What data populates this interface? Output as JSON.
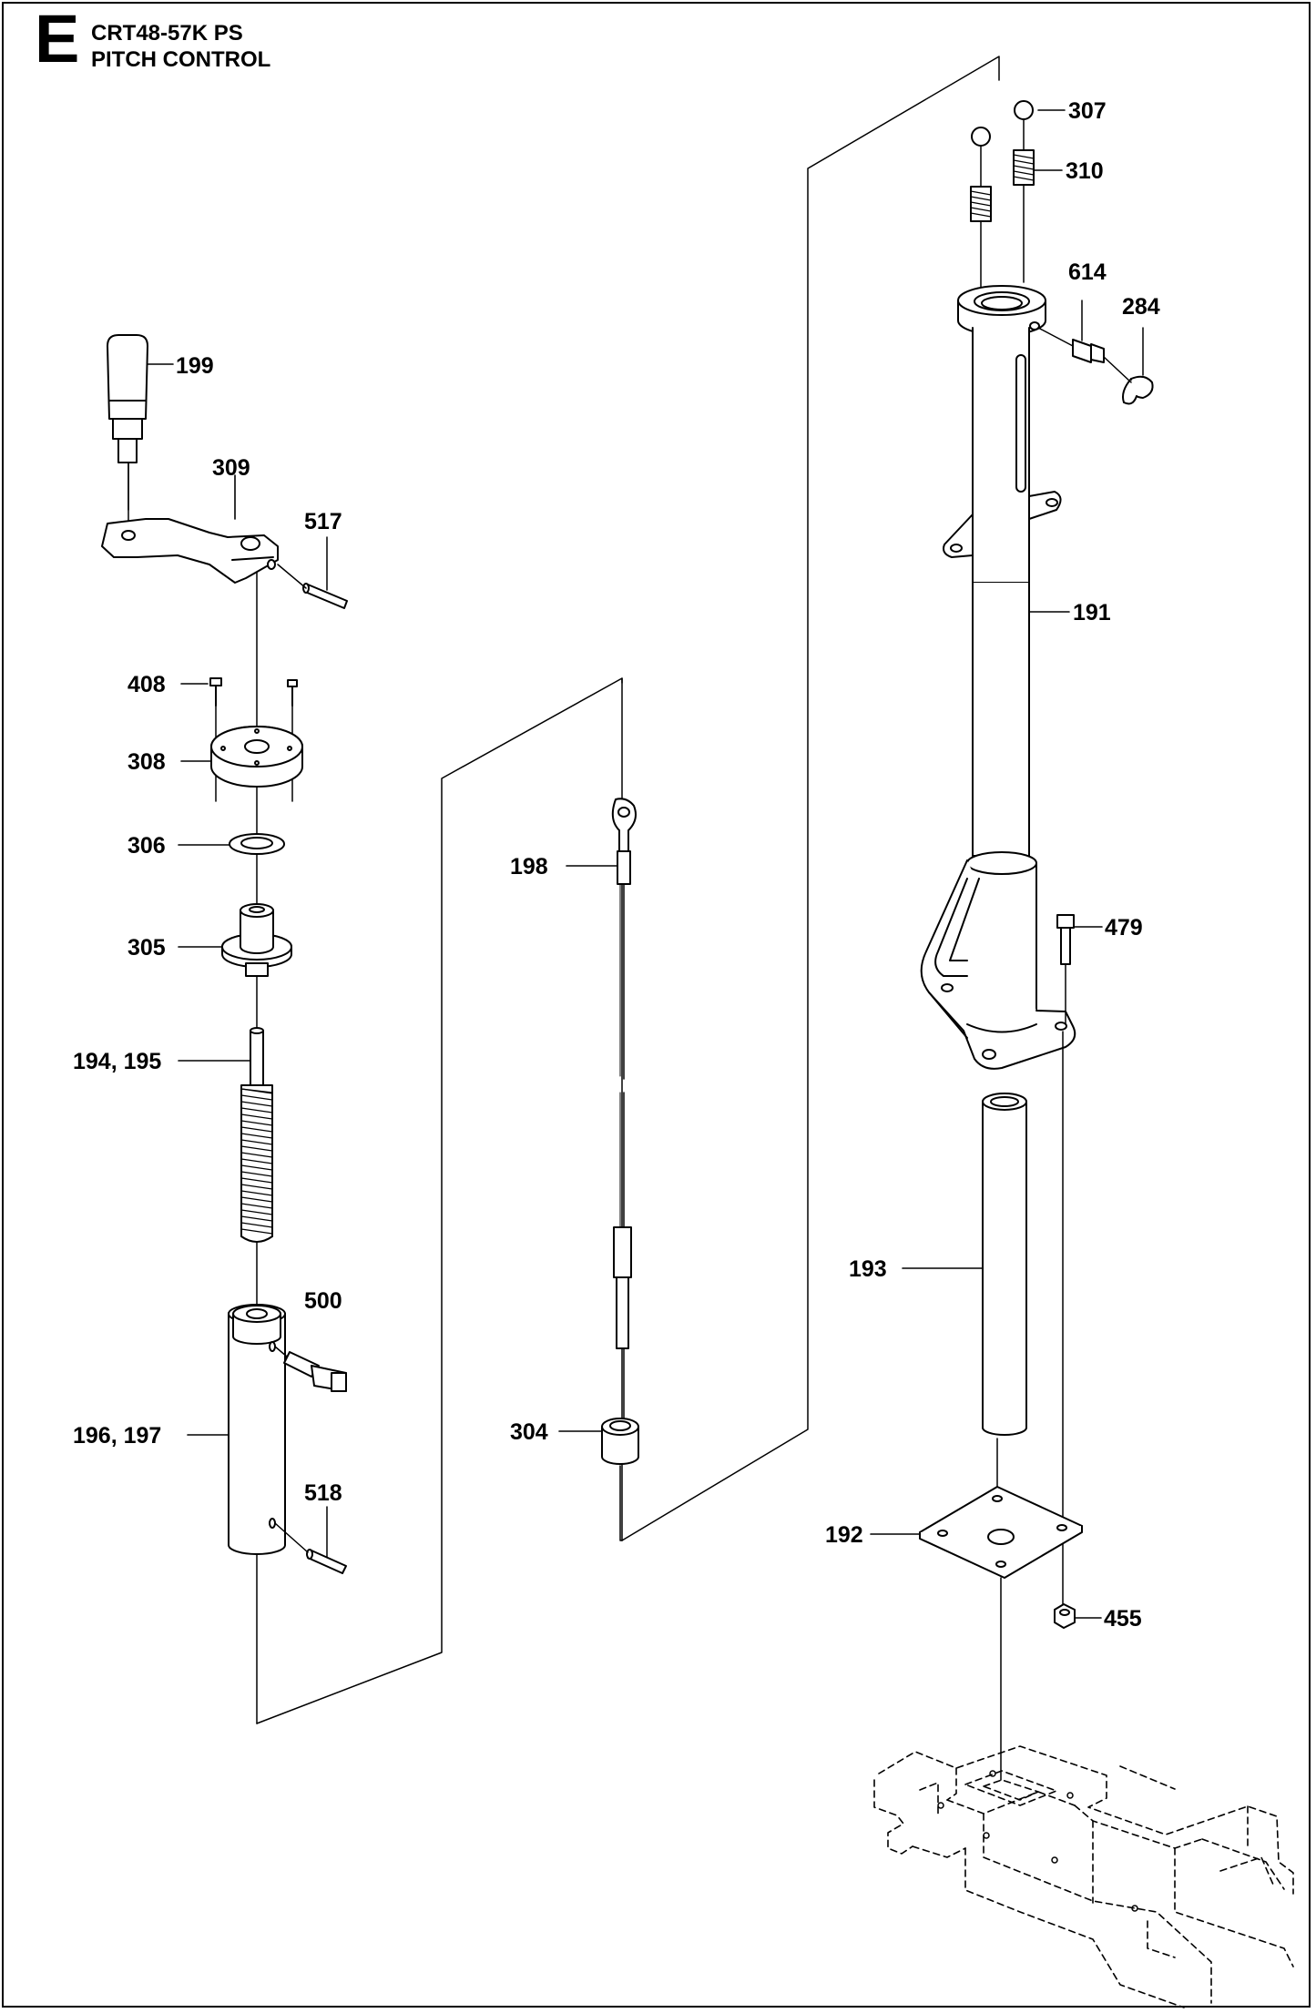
{
  "header": {
    "section": "E",
    "model": "CRT48-57K PS",
    "title": "PITCH CONTROL"
  },
  "parts": [
    {
      "id": "p199",
      "label": "199"
    },
    {
      "id": "p309",
      "label": "309"
    },
    {
      "id": "p517",
      "label": "517"
    },
    {
      "id": "p408",
      "label": "408"
    },
    {
      "id": "p308",
      "label": "308"
    },
    {
      "id": "p306",
      "label": "306"
    },
    {
      "id": "p305",
      "label": "305"
    },
    {
      "id": "p194",
      "label": "194, 195"
    },
    {
      "id": "p500",
      "label": "500"
    },
    {
      "id": "p196",
      "label": "196, 197"
    },
    {
      "id": "p518",
      "label": "518"
    },
    {
      "id": "p198",
      "label": "198"
    },
    {
      "id": "p304",
      "label": "304"
    },
    {
      "id": "p307",
      "label": "307"
    },
    {
      "id": "p310",
      "label": "310"
    },
    {
      "id": "p614",
      "label": "614"
    },
    {
      "id": "p284",
      "label": "284"
    },
    {
      "id": "p191",
      "label": "191"
    },
    {
      "id": "p479",
      "label": "479"
    },
    {
      "id": "p193",
      "label": "193"
    },
    {
      "id": "p192",
      "label": "192"
    },
    {
      "id": "p455",
      "label": "455"
    }
  ]
}
